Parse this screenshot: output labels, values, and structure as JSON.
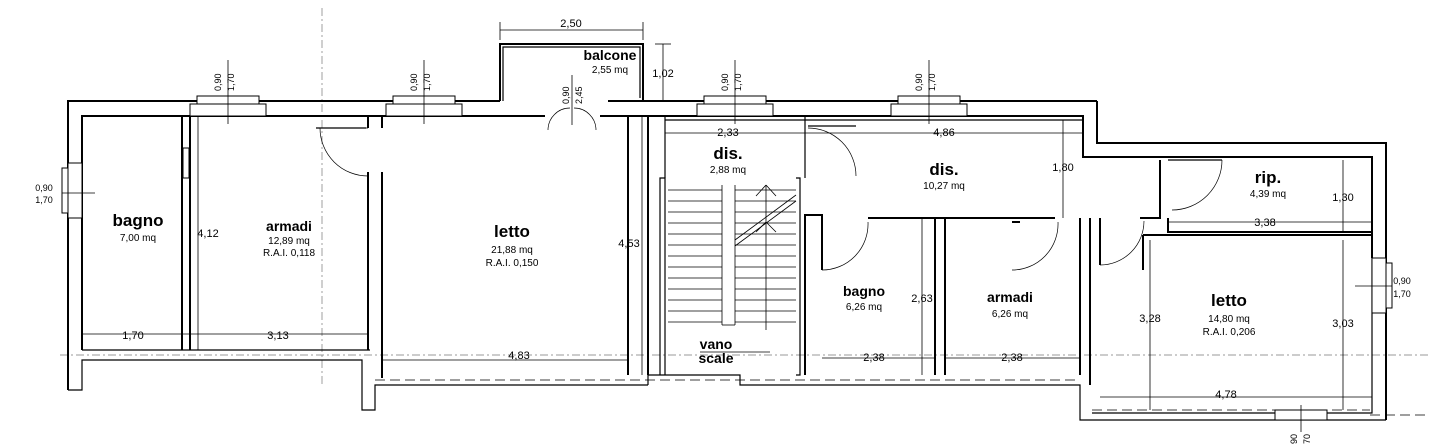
{
  "rooms": {
    "bagno_1": {
      "name": "bagno",
      "area": "7,00 mq"
    },
    "armadi_1": {
      "name": "armadi",
      "area": "12,89 mq",
      "rai": "R.A.I. 0,118"
    },
    "letto_1": {
      "name": "letto",
      "area": "21,88 mq",
      "rai": "R.A.I. 0,150"
    },
    "balcone": {
      "name": "balcone",
      "area": "2,55 mq"
    },
    "dis_1": {
      "name": "dis.",
      "area": "2,88 mq"
    },
    "dis_2": {
      "name": "dis.",
      "area": "10,27 mq"
    },
    "rip": {
      "name": "rip.",
      "area": "4,39 mq"
    },
    "bagno_2": {
      "name": "bagno",
      "area": "6,26 mq"
    },
    "armadi_2": {
      "name": "armadi",
      "area": "6,26 mq"
    },
    "letto_2": {
      "name": "letto",
      "area": "14,80 mq",
      "rai": "R.A.I. 0,206"
    },
    "vano_scale": {
      "line1": "vano",
      "line2": "scale"
    }
  },
  "dimensions": {
    "balcone_width": "2,50",
    "balcone_depth": "1,02",
    "bagno1_width": "1,70",
    "armadi1_width": "3,13",
    "armadi1_depth": "4,12",
    "letto1_width": "4,83",
    "letto1_depth": "4,53",
    "dis1_width": "2,33",
    "dis2_width": "4,86",
    "dis2_depth": "1,80",
    "rip_depth": "1,30",
    "rip_width": "3,38",
    "bagno2_depth": "2,63",
    "bagno2_width": "2,38",
    "armadi2_width": "2,38",
    "letto2_depth_left": "3,28",
    "letto2_depth_right": "3,03",
    "letto2_width": "4,78"
  },
  "windows": {
    "w1_a": "0,90",
    "w1_b": "1,70",
    "w2_a": "0,90",
    "w2_b": "1,70",
    "w3_a": "0,90",
    "w3_b": "1,70",
    "w4_a": "0,90",
    "w4_b": "1,70",
    "door_a": "0,90",
    "door_b": "2,45",
    "left_a": "0,90",
    "left_b": "1,70",
    "right_a": "0,90",
    "right_b": "1,70",
    "bottom_a": "90",
    "bottom_b": "70"
  }
}
